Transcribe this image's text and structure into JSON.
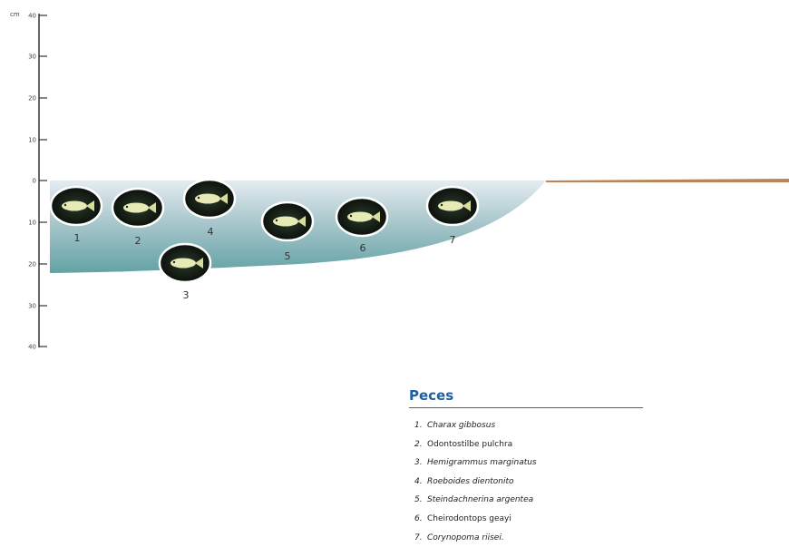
{
  "axis": {
    "unit": "cm",
    "ticks": [
      "40",
      "30",
      "20",
      "10",
      "0",
      "10",
      "20",
      "30",
      "40"
    ]
  },
  "colors": {
    "water_surface": "#dfe9ee",
    "water_deep": "#6fa8ab",
    "bank": "#b8865a",
    "axis": "#333333",
    "legend_title": "#1f5fa0"
  },
  "fish": [
    {
      "number": "1",
      "name": "Charax gibbosus"
    },
    {
      "number": "2",
      "name": "Odontostilbe pulchra"
    },
    {
      "number": "3",
      "name": "Hemigrammus marginatus"
    },
    {
      "number": "4",
      "name": "Roeboides dientonito"
    },
    {
      "number": "5",
      "name": "Steindachnerina argentea"
    },
    {
      "number": "6",
      "name": "Cheirodontops geayi"
    },
    {
      "number": "7",
      "name": "Corynopoma riisei."
    }
  ],
  "legend": {
    "title": "Peces",
    "items": [
      {
        "num": "1.",
        "name": "Charax gibbosus"
      },
      {
        "num": "2.",
        "name": "Odontostilbe pulchra"
      },
      {
        "num": "3.",
        "name": "Hemigrammus marginatus"
      },
      {
        "num": "4.",
        "name": "Roeboides dientonito"
      },
      {
        "num": "5.",
        "name": "Steindachnerina argentea"
      },
      {
        "num": "6.",
        "name": "Cheirodontops geayi"
      },
      {
        "num": "7.",
        "name": "Corynopoma riisei."
      }
    ]
  }
}
